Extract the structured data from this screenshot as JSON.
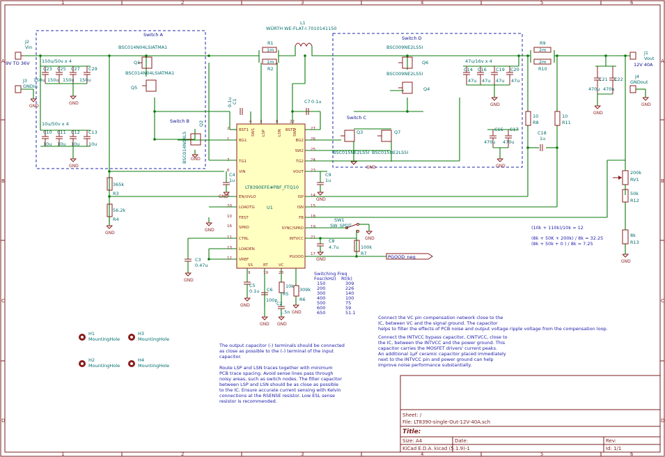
{
  "frame": {
    "cols": [
      "1",
      "2",
      "3",
      "4",
      "5",
      "6"
    ],
    "rows": [
      "A",
      "B",
      "C",
      "D"
    ]
  },
  "connectors": {
    "j2": {
      "ref": "J2",
      "val": "Vin",
      "net": "9V TO 36V"
    },
    "j3": {
      "ref": "J3",
      "val": "GNDin"
    },
    "j1": {
      "ref": "J1",
      "val": "Vout",
      "net": "12V 40A"
    },
    "j4": {
      "ref": "J4",
      "val": "GNDout"
    }
  },
  "boxes": {
    "switch_a": "Switch A",
    "switch_b": "Switch B",
    "switch_c": "Switch C",
    "switch_d": "Switch D"
  },
  "inductor": {
    "ref": "L1",
    "val": "WÜRTH WE-FLAT-I 7010141150"
  },
  "resistors": {
    "r1": {
      "ref": "R1",
      "val": "1m"
    },
    "r2": {
      "ref": "R2",
      "val": "1m"
    },
    "r9": {
      "ref": "R9",
      "val": "2m"
    },
    "r10": {
      "ref": "R10",
      "val": "2m"
    },
    "r8": {
      "ref": "R8",
      "val": "10"
    },
    "r11": {
      "ref": "R11",
      "val": "10"
    },
    "r3": {
      "ref": "R3",
      "val": "365k"
    },
    "r4": {
      "ref": "R4",
      "val": "56.2k"
    },
    "r5": {
      "ref": "R5",
      "val": "10k"
    },
    "r6": {
      "ref": "R6",
      "val": "309k"
    },
    "r7": {
      "ref": "R7",
      "val": "100k"
    },
    "rv1": {
      "ref": "RV1",
      "val": "200k"
    },
    "r12": {
      "ref": "R12",
      "val": "50k"
    },
    "r13": {
      "ref": "R13",
      "val": "8k"
    }
  },
  "caps": {
    "in_bulk": "150u/50v x 4",
    "in_cer": "10u/50v x 4",
    "c23": "C23",
    "c25": "C25",
    "c27": "C27",
    "c29": "C29",
    "c10": "C10",
    "c11": "C11",
    "c12": "C12",
    "c13": "C13",
    "v150a": "150u",
    "v150b": "150u",
    "v150c": "150u",
    "v150d": "150u",
    "v10a": "10u",
    "v10b": "10u",
    "v10c": "10u",
    "v10d": "10u",
    "out_cer": "47u/16v x 4",
    "c14": "C14",
    "c16": "C16",
    "c19": "C19",
    "c20": "C20",
    "v47a": "47u",
    "v47b": "47u",
    "v47c": "47u",
    "v47d": "47u",
    "c15": "C15",
    "c17": "C17",
    "v470a": "470u",
    "v470b": "470u",
    "c21": "C21",
    "c22": "C22",
    "v470c": "470u",
    "v470d": "470u",
    "c1": "C1",
    "c1v": "0.1u",
    "c7": "C7",
    "c7v": "0.1u",
    "c4": "C4",
    "c4v": "1u",
    "c9": "C9",
    "c9v": "1u",
    "c3": "C3",
    "c3v": "0.47u",
    "c5": "C5",
    "c5v": "0.1u",
    "c6": "C6",
    "c6v": "100p",
    "c2": "C2",
    "c2v": "1.5n",
    "c8": "C8",
    "c8v": "4.7u",
    "c18": "C18",
    "c18v": "1u"
  },
  "mosfets": {
    "q1": {
      "ref": "Q1",
      "val": "BSC014N04LSIATMA1"
    },
    "q5": {
      "ref": "Q5",
      "val": "BSC014N04LSIATMA1"
    },
    "q2": {
      "ref": "Q2",
      "val": "BSC014N04LS"
    },
    "q3": {
      "ref": "Q3",
      "val": "BSC015NE2LS5I"
    },
    "q7": {
      "ref": "Q7",
      "val": "BSC015NE2LS5I"
    },
    "q6": {
      "ref": "Q6",
      "val": "BSC009NE2LS5I"
    },
    "q4": {
      "ref": "Q4",
      "val": "BSC009NE2LS5I"
    }
  },
  "ic": {
    "ref": "U1",
    "val": "LT8390EFE#PBF_FTQ10",
    "left_pins": [
      {
        "num": "2",
        "name": "BST1"
      },
      {
        "num": "1",
        "name": "BG1"
      },
      {
        "num": "7",
        "name": "TG1"
      },
      {
        "num": "6",
        "name": "VIN"
      },
      {
        "num": "5",
        "name": "EN/UVLO"
      },
      {
        "num": "20",
        "name": "LOADTG"
      },
      {
        "num": "10",
        "name": "TEST"
      },
      {
        "num": "16",
        "name": "SPRD"
      },
      {
        "num": "11",
        "name": "CTRL"
      },
      {
        "num": "13",
        "name": "LOADEN"
      },
      {
        "num": "12",
        "name": "VREF"
      }
    ],
    "right_pins": [
      {
        "num": "27",
        "name": "BST2"
      },
      {
        "num": "26",
        "name": "BG2"
      },
      {
        "num": "25",
        "name": "SW2"
      },
      {
        "num": "24",
        "name": "TG2"
      },
      {
        "num": "23",
        "name": "VOUT"
      },
      {
        "num": "14",
        "name": "ISP"
      },
      {
        "num": "15",
        "name": "ISN"
      },
      {
        "num": "18",
        "name": "FB"
      },
      {
        "num": "19",
        "name": "SYNC/SPRD"
      },
      {
        "num": "21",
        "name": "INTVCC"
      },
      {
        "num": "17",
        "name": "PGOOD"
      }
    ],
    "top_pins": [
      {
        "num": "4",
        "name": "SW1"
      },
      {
        "num": "3",
        "name": "LSP"
      },
      {
        "num": "8",
        "name": "LSN"
      },
      {
        "num": "22",
        "name": "SW2"
      }
    ],
    "bottom_pins": [
      {
        "num": "9",
        "name": "SS"
      },
      {
        "num": "19",
        "name": "RT"
      },
      {
        "num": "28",
        "name": "VC"
      }
    ]
  },
  "sw1": {
    "ref": "SW1",
    "val": "SW_SPDT"
  },
  "pgood_label": "PGOOD_neg",
  "freq_table": {
    "title": "Switching Freq",
    "header": [
      "Fosc(kHz)",
      "Rt(k)"
    ],
    "rows": [
      [
        "150",
        "309"
      ],
      [
        "200",
        "226"
      ],
      [
        "300",
        "140"
      ],
      [
        "400",
        "100"
      ],
      [
        "500",
        "75"
      ],
      [
        "600",
        "59"
      ],
      [
        "650",
        "51.1"
      ]
    ]
  },
  "eq": {
    "line1": "(10k + 110k)/10k = 12",
    "line2": "(8k + 50K + 200k) / 8k = 32.25",
    "line3": "(8k + 50k + 0     ) / 8k = 7.25"
  },
  "holes": [
    {
      "ref": "H1",
      "val": "MountingHole"
    },
    {
      "ref": "H2",
      "val": "MountingHole"
    },
    {
      "ref": "H3",
      "val": "MountingHole"
    },
    {
      "ref": "H4",
      "val": "MountingHole"
    }
  ],
  "notes": {
    "n1": [
      "The output capacitor (-) terminals should be connected",
      "as close as possible to the (-) terminal of the input",
      "capacitor."
    ],
    "n2": [
      "Route LSP and LSN traces together with minimum",
      "PCB trace spacing. Avoid sense lines pass through",
      "noisy areas, such as switch nodes. The filter capacitor",
      "between LSP and LSN should be as close as possible",
      "to the IC. Ensure accurate current sensing with Kelvin",
      "connections at the RSENSE resistor. Low ESL sense",
      "resistor is recommended."
    ],
    "n3": [
      "Connect the VC pin compensation network close to the",
      "IC, between VC and the signal ground. The capacitor",
      "helps to filter the effects of PCB noise and output voltage ripple voltage from the compensation loop."
    ],
    "n4": [
      "Connect the INTVCC bypass capacitor, CINTVCC, close to",
      "the IC, between the INTVCC and the power ground. This",
      "capacitor carries the MOSFET drivers' current peaks.",
      "An additional 1μF ceramic capacitor placed immediately",
      "next to the INTVCC pin and power ground can help",
      "improve noise performance substantially."
    ]
  },
  "title_block": {
    "sheet": "Sheet: /",
    "file": "File: LT8390-single-Out-12V-40A.sch",
    "title": "Title:",
    "size": "Size: A4",
    "date": "Date:",
    "rev": "Rev:",
    "tool": "KiCad E.D.A.  kicad (5.1.9)-1",
    "id": "Id: 1/1"
  },
  "gnd_text": "GND"
}
